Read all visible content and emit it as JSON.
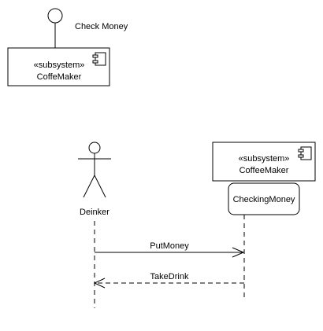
{
  "interface": {
    "label": "Check Money"
  },
  "component_top": {
    "stereotype": "«subsystem»",
    "name": "CoffeMaker"
  },
  "component_right": {
    "stereotype": "«subsystem»",
    "name": "CoffeeMaker"
  },
  "actor": {
    "name": "Deinker"
  },
  "activation": {
    "label": "CheckingMoney"
  },
  "messages": [
    {
      "label": "PutMoney",
      "kind": "synchronous"
    },
    {
      "label": "TakeDrink",
      "kind": "return"
    }
  ],
  "colors": {
    "stroke": "#000000",
    "fill": "#ffffff"
  }
}
